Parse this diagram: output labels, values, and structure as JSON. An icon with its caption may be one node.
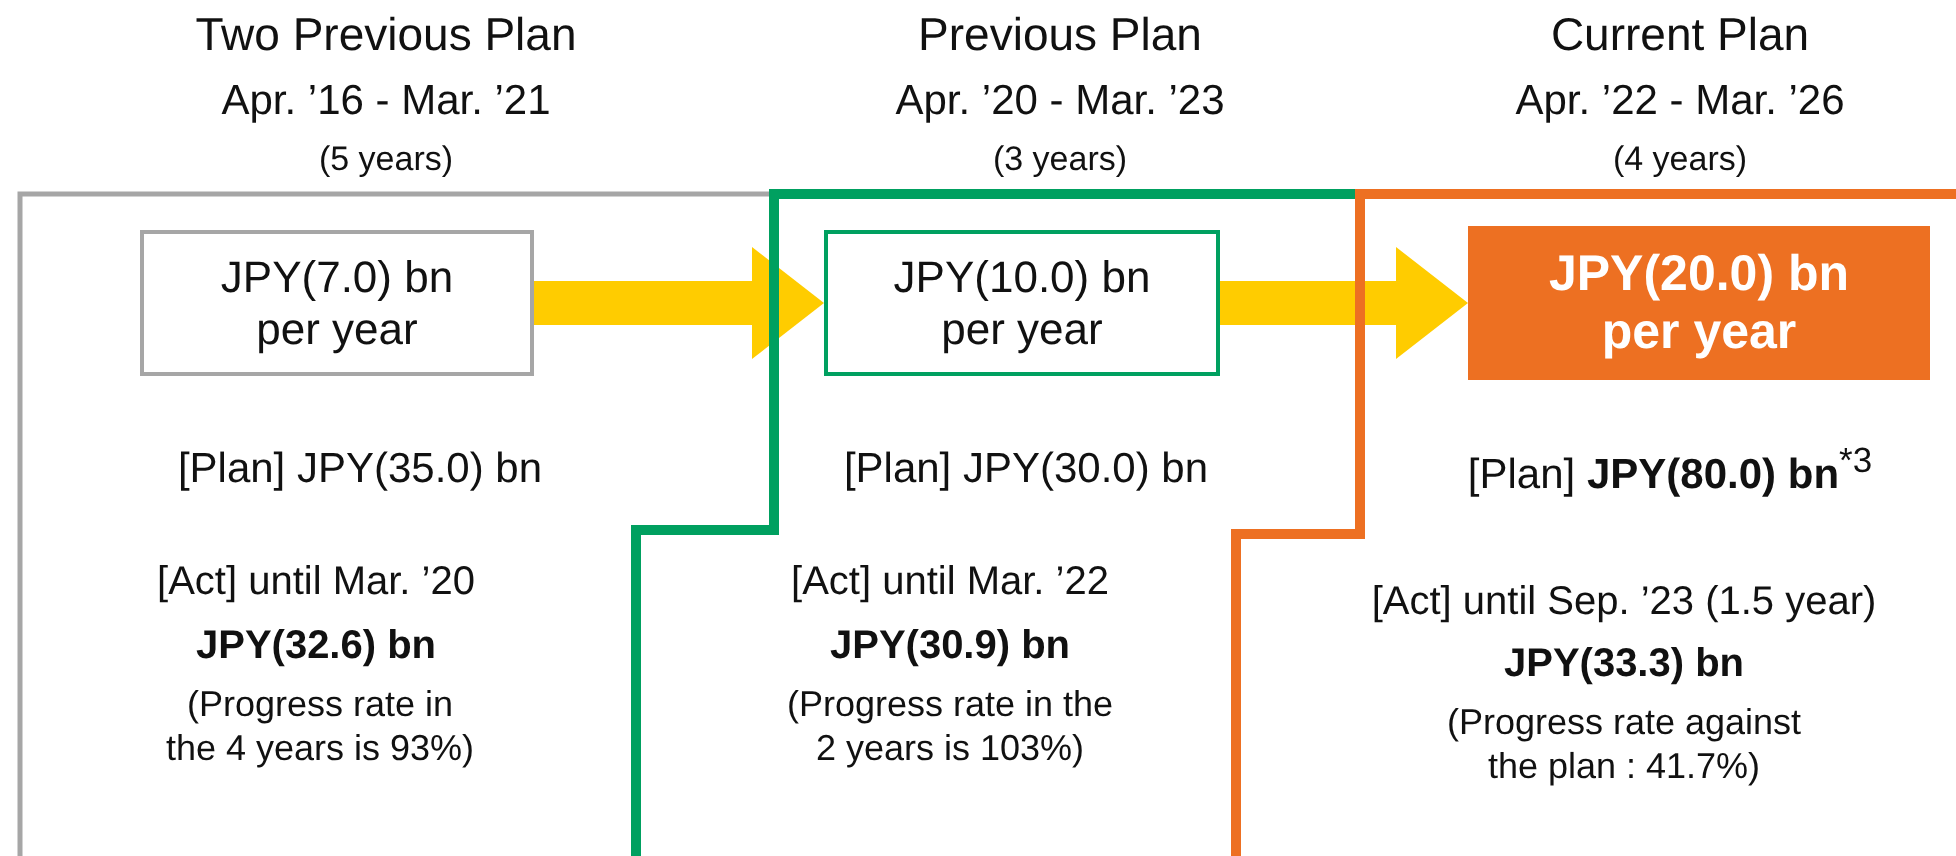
{
  "diagram": {
    "nodes": [
      {
        "text": [
          "Two Previous Plan",
          "Apr. ’16 - Mar. ’21",
          "(5 years)",
          "[Plan] JPY(35.0) bn",
          "[Act] until Mar. ’20",
          "JPY(32.6) bn",
          "(Progress rate in the 4 years is 93%)"
        ]
      },
      {
        "text": [
          "JPY(7.0) bn per year"
        ],
        "in": 0
      },
      {
        "text": [
          "Previous Plan",
          "Apr. ’20 - Mar. ’23",
          "(3 years)",
          "[Plan] JPY(30.0) bn",
          "[Act] until Mar. ’22",
          "JPY(30.9) bn",
          "(Progress rate in the 2 years is 103%)"
        ]
      },
      {
        "text": [
          "JPY(10.0) bn per year"
        ],
        "in": 2
      },
      {
        "text": [
          "Current Plan",
          "Apr. ’22 - Mar. ’26",
          "(4 years)",
          "[Plan] **JPY(80.0) bn**$^{*3}$",
          "[Act] until Sep. ’23 (1.5 year)",
          "JPY(33.3) bn",
          "(Progress rate against the plan : 41.7%)"
        ]
      },
      {
        "text": [
          "JPY(20.0) bn per year"
        ],
        "in": 4
      }
    ],
    "edges": [
      {
        "from": 1,
        "to": 3,
        "arrow": "to"
      },
      {
        "from": 3,
        "to": 5,
        "arrow": "to"
      }
    ]
  }
}
